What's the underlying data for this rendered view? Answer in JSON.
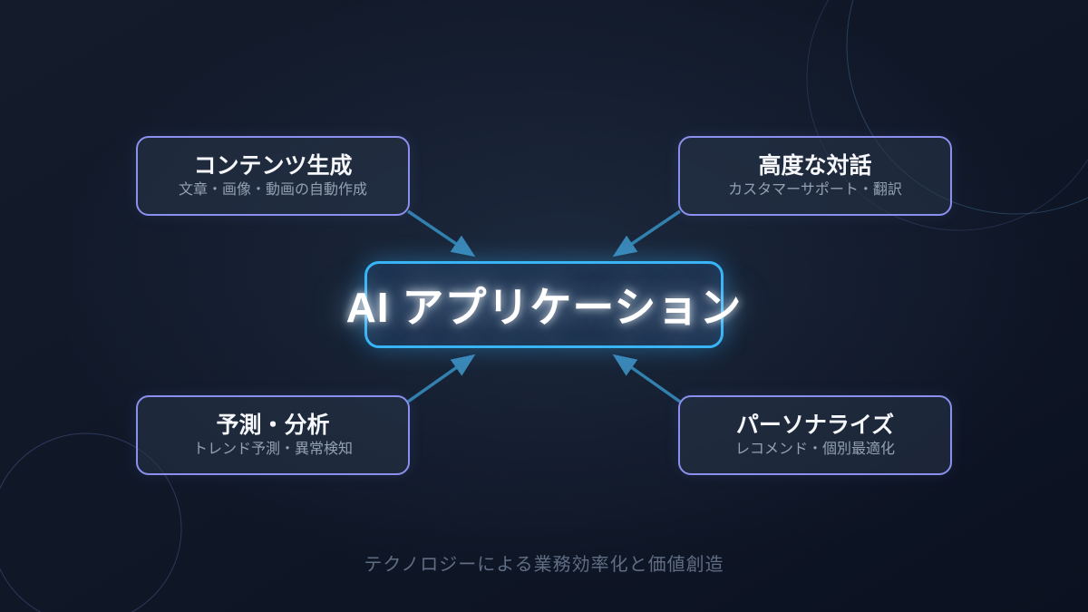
{
  "center": {
    "label": "AI アプリケーション"
  },
  "nodes": [
    {
      "id": "content-generation",
      "position": "top-left",
      "title": "コンテンツ生成",
      "subtitle": "文章・画像・動画の自動作成"
    },
    {
      "id": "advanced-dialogue",
      "position": "top-right",
      "title": "高度な対話",
      "subtitle": "カスタマーサポート・翻訳"
    },
    {
      "id": "prediction-analysis",
      "position": "bottom-left",
      "title": "予測・分析",
      "subtitle": "トレンド予測・異常検知"
    },
    {
      "id": "personalization",
      "position": "bottom-right",
      "title": "パーソナライズ",
      "subtitle": "レコメンド・個別最適化"
    }
  ],
  "footer": {
    "caption": "テクノロジーによる業務効率化と価値創造"
  },
  "colors": {
    "background_dark": "#0b1120",
    "background_mid": "#101828",
    "center_border": "#3ab5f5",
    "center_fill": "#21334f",
    "node_border": "#8b90ee",
    "node_fill": "#283448",
    "arrow": "#3180ad",
    "arrow_head": "#3a86b5",
    "title_text": "#f5f7fa",
    "subtitle_text": "#93a0b4",
    "caption_text": "#5f6e84"
  }
}
